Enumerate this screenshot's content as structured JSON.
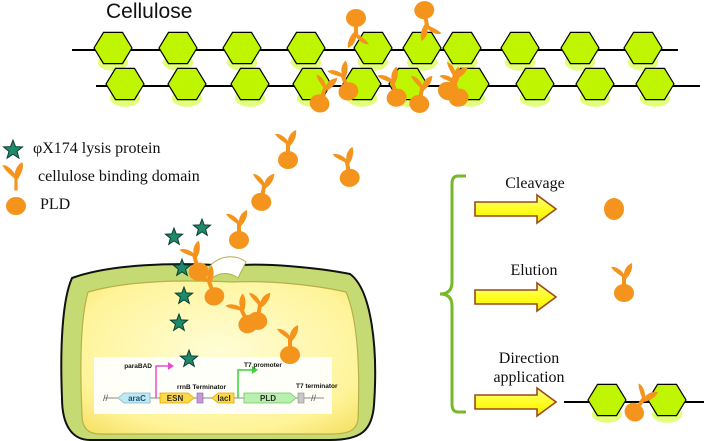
{
  "title": "Cellulose",
  "legend": {
    "items": [
      {
        "label": "φX174 lysis protein",
        "icon": "green-star-icon"
      },
      {
        "label": "cellulose binding domain",
        "icon": "cbd-icon"
      },
      {
        "label": "PLD",
        "icon": "pld-ellipse-icon"
      }
    ]
  },
  "process": {
    "steps": [
      {
        "label": "Cleavage",
        "result": "pld-only"
      },
      {
        "label": "Elution",
        "result": "pld-cbd-fusion"
      },
      {
        "label": "Direction\napplication",
        "result": "bound-to-cellulose"
      }
    ]
  },
  "plasmid": {
    "labels": {
      "promoter1": "paraBAD",
      "terminator1": "rrnB Terminator",
      "promoter2": "T7 promoter",
      "terminator2": "T7 terminator"
    },
    "genes": [
      "araC",
      "ESN",
      "lacI",
      "PLD"
    ]
  },
  "colors": {
    "hexagon": "#bff500",
    "hexagon_shadow": "#e2ff7a",
    "protein": "#f4941c",
    "star": "#1f8a6a",
    "arrow": "#ffff22",
    "arrow_border": "#9b4a1a",
    "brace": "#76b82a",
    "cell_outer": "#c4d96e",
    "cell_inner": "#fff7a6"
  }
}
